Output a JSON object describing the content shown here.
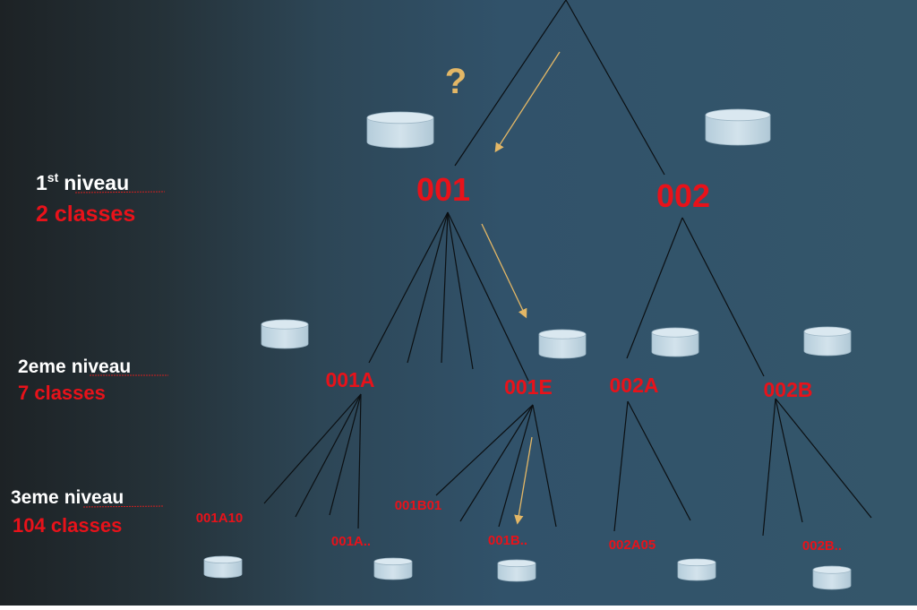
{
  "levels": [
    {
      "name_main": "1",
      "name_sup": "st",
      "name_rest": "niveau",
      "count": "2 classes"
    },
    {
      "name": "2eme niveau",
      "name_main": "2eme",
      "name_rest": "niveau",
      "count": "7 classes"
    },
    {
      "name": "3eme niveau",
      "name_main": "3eme",
      "name_rest": "niveau",
      "count": "104 classes"
    }
  ],
  "question_mark": "?",
  "nodes": {
    "level1": [
      "001",
      "002"
    ],
    "level2": [
      "001A",
      "001E",
      "002A",
      "002B"
    ],
    "level3": [
      "001A10",
      "001A..",
      "001B01",
      "001B..",
      "002A05",
      "002B.."
    ]
  },
  "colors": {
    "label": "#e8121a",
    "arrow": "#e3b766",
    "cylinder": "#c4d8e4"
  }
}
